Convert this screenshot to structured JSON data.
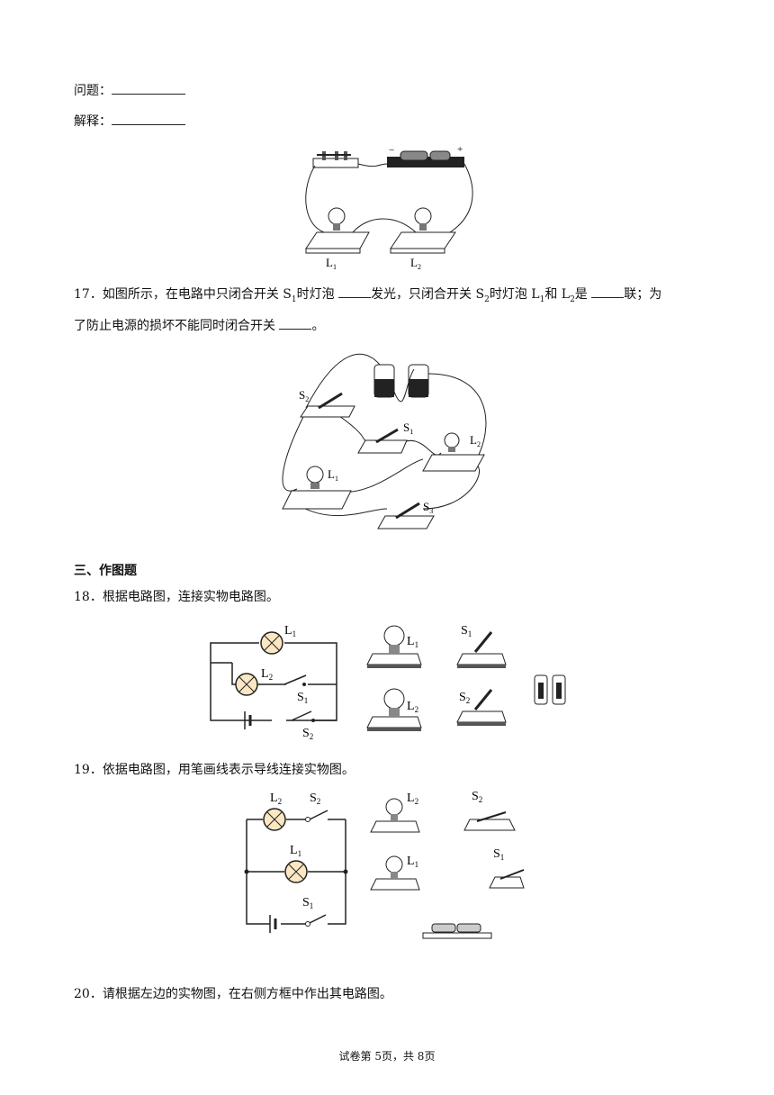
{
  "q16": {
    "question_label": "问题：",
    "explain_label": "解释：",
    "fig_labels": {
      "minus": "−",
      "plus": "+",
      "l1": "L",
      "l2": "L",
      "sub1": "1",
      "sub2": "2"
    }
  },
  "q17": {
    "line1_a": "17．如图所示，在电路中只闭合开关 S",
    "line1_b": "时灯泡 ",
    "line1_c": "发光，只闭合开关 S",
    "line1_d": "时灯泡 L",
    "line1_e": "和 L",
    "line1_f": "是 ",
    "line1_g": "联；为",
    "line2_a": "了防止电源的损坏不能同时闭合开关 ",
    "line2_b": "。",
    "sub1": "1",
    "sub2": "2",
    "fig_labels": {
      "s1": "S",
      "s2": "S",
      "s3": "S",
      "l1": "L",
      "l2": "L",
      "n1": "1",
      "n2": "2",
      "n3": "3"
    }
  },
  "section3": {
    "title": "三、作图题"
  },
  "q18": {
    "text": "18．根据电路图，连接实物电路图。",
    "fig_labels": {
      "l": "L",
      "s": "S",
      "n1": "1",
      "n2": "2"
    }
  },
  "q19": {
    "text": "19．依据电路图，用笔画线表示导线连接实物图。",
    "fig_labels": {
      "l": "L",
      "s": "S",
      "n1": "1",
      "n2": "2"
    }
  },
  "q20": {
    "text": "20．请根据左边的实物图，在右侧方框中作出其电路图。"
  },
  "footer": {
    "text": "试卷第 5页，共 8页"
  }
}
